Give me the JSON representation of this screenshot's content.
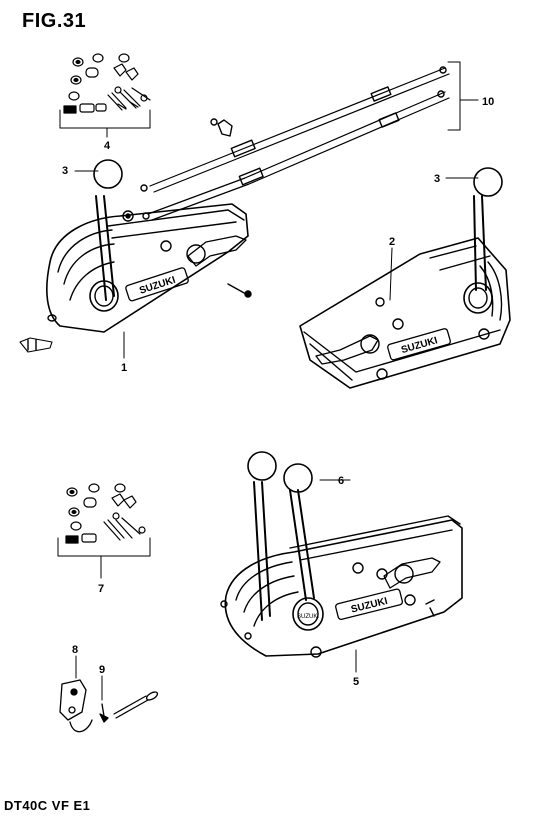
{
  "figure": {
    "title": "FIG.31",
    "footer": "DT40C VF E1"
  },
  "callouts": [
    {
      "id": "c1",
      "label": "1"
    },
    {
      "id": "c2",
      "label": "2"
    },
    {
      "id": "c3a",
      "label": "3"
    },
    {
      "id": "c3b",
      "label": "3"
    },
    {
      "id": "c4",
      "label": "4"
    },
    {
      "id": "c5",
      "label": "5"
    },
    {
      "id": "c6",
      "label": "6"
    },
    {
      "id": "c7",
      "label": "7"
    },
    {
      "id": "c8",
      "label": "8"
    },
    {
      "id": "c9",
      "label": "9"
    },
    {
      "id": "c10",
      "label": "10"
    }
  ],
  "brand_badge": "SUZUKI",
  "knob_badge": "SUZUKI",
  "colors": {
    "ink": "#000000",
    "paper": "#ffffff"
  }
}
